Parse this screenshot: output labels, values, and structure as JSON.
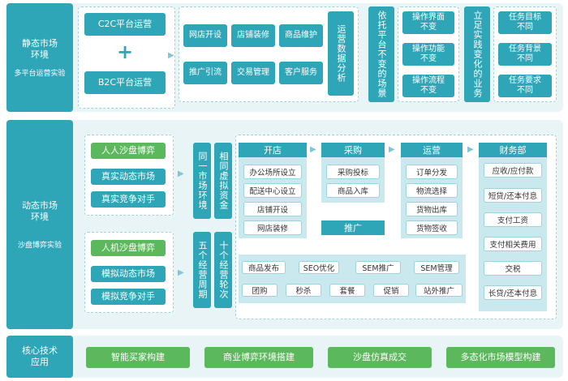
{
  "static": {
    "title": "静态市场\n环境",
    "subtitle": "多平台运营实验",
    "c2c": "C2C平台运营",
    "plus": "+",
    "b2c": "B2C平台运营",
    "grid": [
      "网店开设",
      "店铺装修",
      "商品维护",
      "推广引流",
      "交易管理",
      "客户服务"
    ],
    "ops_analysis": "运营数据分析",
    "unchanged_scene": "依托平台不变的场景",
    "unchanged_items": [
      "操作界面\n不变",
      "操作功能\n不变",
      "操作流程\n不变"
    ],
    "change_business": "立足实践变化的业务",
    "change_items": [
      "任务目标\n不同",
      "任务背景\n不同",
      "任务要求\n不同"
    ]
  },
  "dynamic": {
    "title": "动态市场\n环境",
    "subtitle": "沙盘博弈实验",
    "left_top": [
      "人人沙盘博弈",
      "真实动态市场",
      "真实竞争对手"
    ],
    "left_bottom": [
      "人机沙盘博弈",
      "模拟动态市场",
      "模拟竞争对手"
    ],
    "v1": "同一市场环境",
    "v2": "相同虚拟资金",
    "v3": "五个经营周期",
    "v4": "十个经营轮次",
    "open_hdr": "开店",
    "open_items": [
      "办公场所设立",
      "配送中心设立",
      "店铺开设",
      "网店装修"
    ],
    "purchase_hdr": "采购",
    "purchase_items": [
      "采购投标",
      "商品入库"
    ],
    "promo": "推广",
    "ops_hdr": "运营",
    "ops_items": [
      "订单分发",
      "物流选择",
      "货物出库",
      "货物签收"
    ],
    "finance_hdr": "财务部",
    "finance_items": [
      "应收/应付款",
      "短贷/还本付息",
      "支付工资",
      "支付相关费用",
      "交税",
      "长贷/还本付息"
    ],
    "promo_flow": [
      "商品发布",
      "SEO优化",
      "SEM推广",
      "SEM管理"
    ],
    "promo_tags": [
      "团购",
      "秒杀",
      "套餐",
      "促销",
      "站外推广"
    ]
  },
  "core": {
    "title": "核心技术\n应用",
    "items": [
      "智能买家构建",
      "商业博弈环境搭建",
      "沙盘仿真成交",
      "多态化市场模型构建"
    ]
  }
}
